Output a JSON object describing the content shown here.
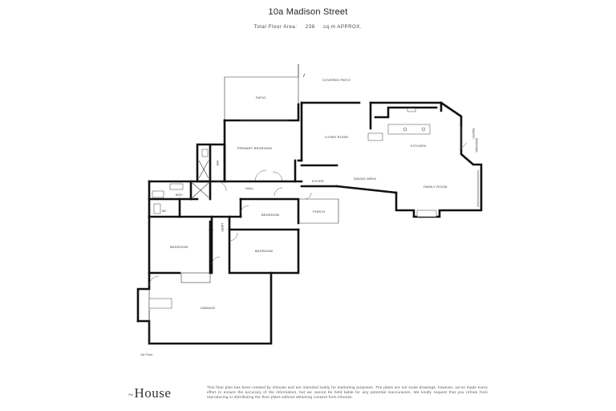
{
  "header": {
    "address": "10a Madison Street",
    "area_label": "Total Floor Area:",
    "area_value": "238",
    "area_unit": "sq.m APPROX."
  },
  "rooms": {
    "covered_patio": "COVERED PATIO",
    "patio": "PATIO",
    "primary_bedroom": "PRIMARY BEDROOM",
    "living_room": "LIVING ROOM",
    "kitchen": "KITCHEN",
    "dining_area": "DINING AREA",
    "family_room": "FAMILY ROOM",
    "hall": "HALL",
    "foyer": "FOYER",
    "bath": "BATH",
    "wir": "WIR",
    "wc": "WC",
    "lndry": "LNDRY",
    "bedroom_1": "BEDROOM",
    "bedroom_2": "BEDROOM",
    "bedroom_3": "BEDROOM",
    "porch": "PORCH",
    "garage": "GARAGE",
    "pantry": "PANTRY",
    "crossing": "CROSSING"
  },
  "floor_label": "1st Floor",
  "footer": {
    "logo_text": "House",
    "disclaimer": "This floor plan has been created by inhouse and are intended solely for marketing purposes. The plans are not scale drawings, however, we've made every effort to ensure the accuracy of the information, but we cannot be held liable for any potential inaccuracies. We kindly request that you refrain from reproducing or distributing the floor plans without obtaining consent from inhouse."
  }
}
